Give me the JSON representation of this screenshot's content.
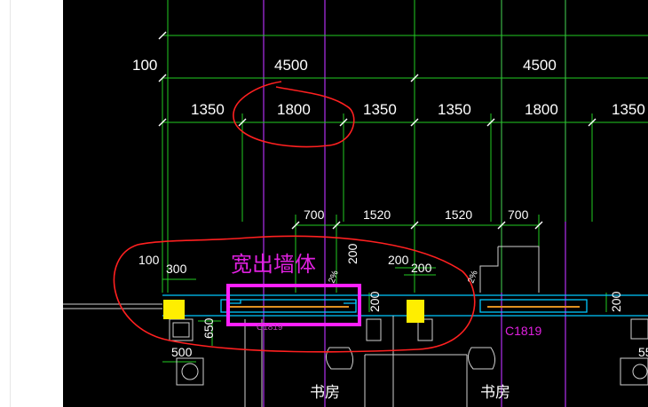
{
  "drawing": {
    "colors": {
      "background": "#000000",
      "dimension_line": "#22cc22",
      "axis_line": "#c040ff",
      "text": "#ffffff",
      "annotation": "#e020e0",
      "markup": "#ff2020",
      "column": "#ffee00",
      "wall": "#00c8ff"
    },
    "dims_row1": [
      "100",
      "4500",
      "4500"
    ],
    "dims_row2": [
      "1350",
      "1800",
      "1350",
      "1350",
      "1800",
      "1350"
    ],
    "dims_row3": [
      "700",
      "1520",
      "1520",
      "700"
    ],
    "dims_row4": [
      "100",
      "300",
      "200",
      "200"
    ],
    "dims_vertical": [
      "200",
      "650",
      "200",
      "200"
    ],
    "dims_lower": [
      "500",
      "55"
    ],
    "slope_labels": [
      "2%",
      "2%"
    ],
    "annotation": "宽出墙体",
    "window_tags": [
      "C1819",
      "C1819"
    ],
    "rooms": [
      "书房",
      "书房"
    ]
  }
}
